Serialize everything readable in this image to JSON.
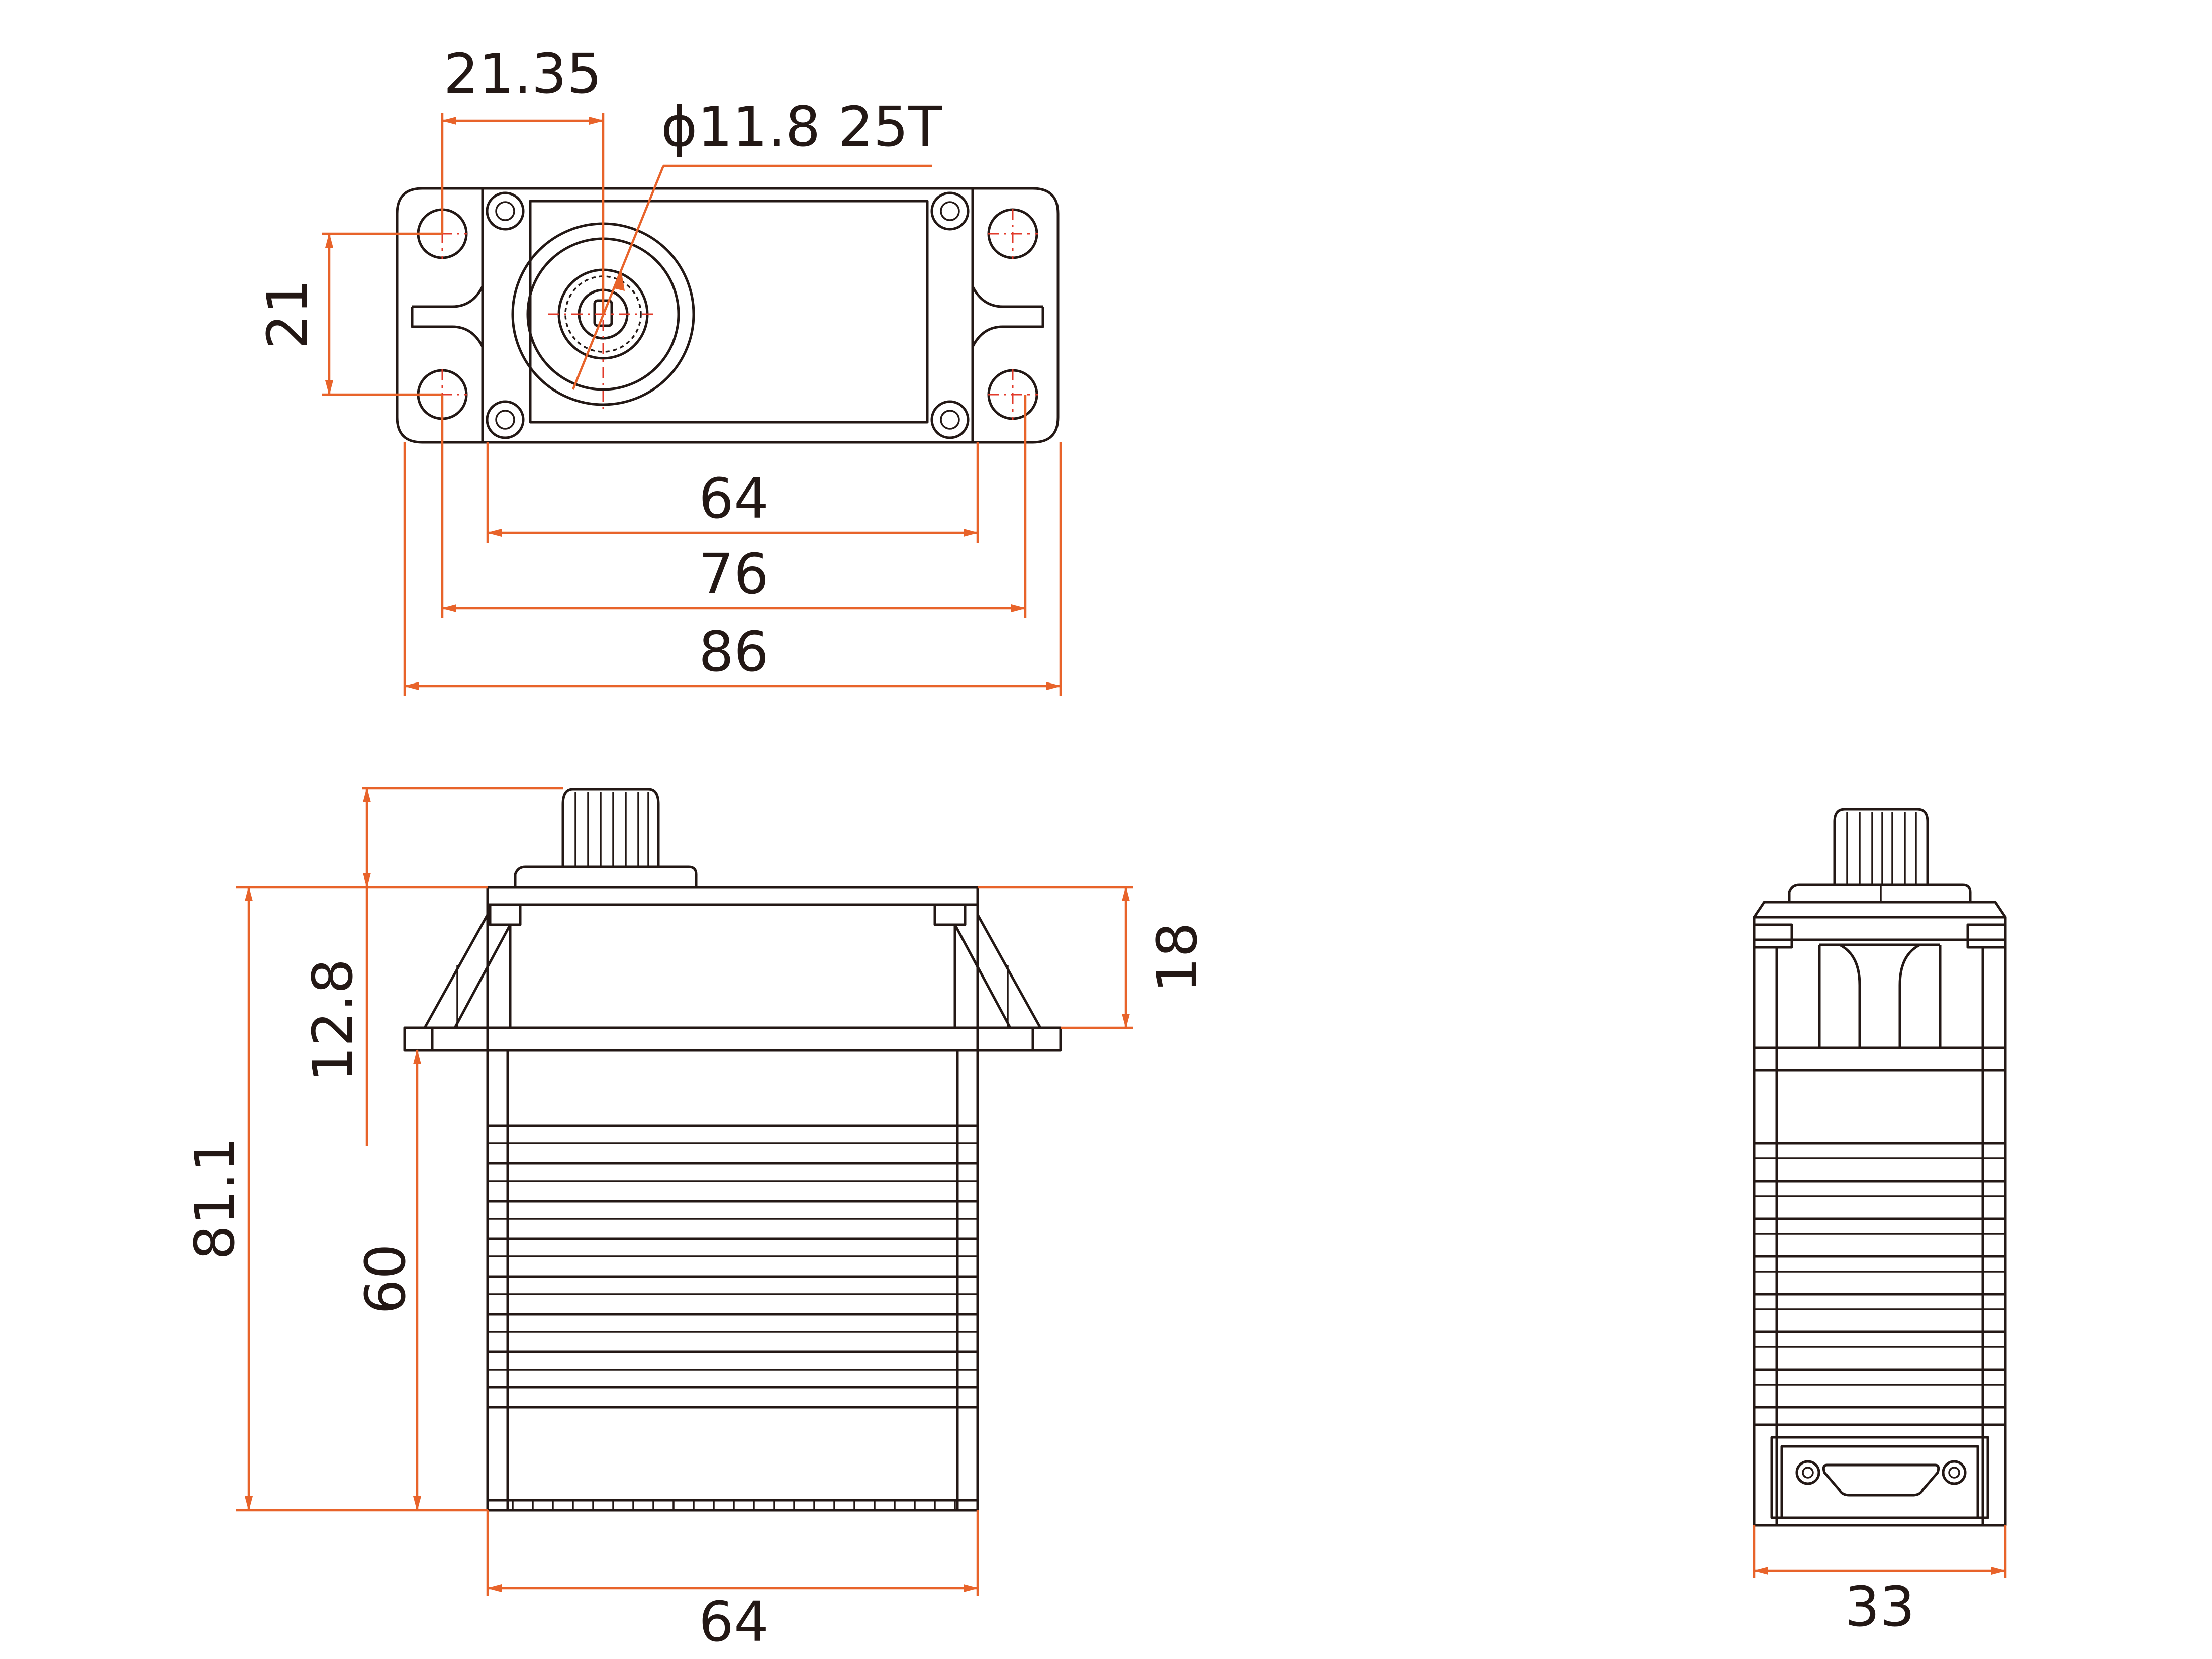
{
  "drawing": {
    "top_view": {
      "shaft_offset": "21.35",
      "spline_label": "ϕ11.8 25T",
      "hole_spacing_v": "21",
      "screw_spacing": "64",
      "hole_spacing_h": "76",
      "overall_width": "86"
    },
    "front_view": {
      "overall_height": "81.1",
      "spline_height": "12.8",
      "body_height": "60",
      "flange_height": "18",
      "body_width": "64"
    },
    "side_view": {
      "depth": "33"
    },
    "colors": {
      "outline": "#231815",
      "dimension": "#e8632a",
      "centerline": "#e23a2a"
    }
  }
}
